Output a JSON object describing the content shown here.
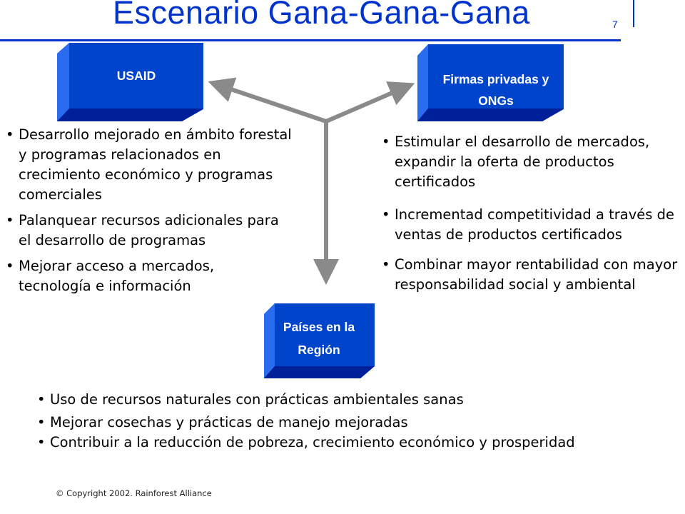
{
  "slide": {
    "title": "Escenario Gana-Gana-Gana",
    "page_number": "7",
    "accent_color": "#0033cc",
    "box_color": "#0044cc",
    "arrow_color": "#8a8a8a"
  },
  "boxes": {
    "usaid": "USAID",
    "firms": "Firmas privadas y ONGs",
    "countries": "Países en la Región"
  },
  "usaid_bullets": [
    "Desarrollo mejorado en ámbito forestal y programas relacionados en crecimiento económico y programas comerciales",
    "Palanquear recursos adicionales para el desarrollo de programas",
    "Mejorar acceso a mercados, tecnología e información"
  ],
  "firms_bullets": [
    "Estimular el desarrollo de mercados, expandir la oferta de productos certificados",
    " Incrementad competitividad a través de ventas de productos certificados",
    "Combinar mayor rentabilidad con mayor responsabilidad social y ambiental"
  ],
  "countries_bullets": [
    "Uso de recursos naturales con prácticas ambientales sanas",
    "Mejorar cosechas y prácticas de manejo mejoradas",
    "Contribuir a la reducción de pobreza, crecimiento económico y prosperidad"
  ],
  "footer": {
    "copyright": "© Copyright 2002. Rainforest Alliance"
  }
}
